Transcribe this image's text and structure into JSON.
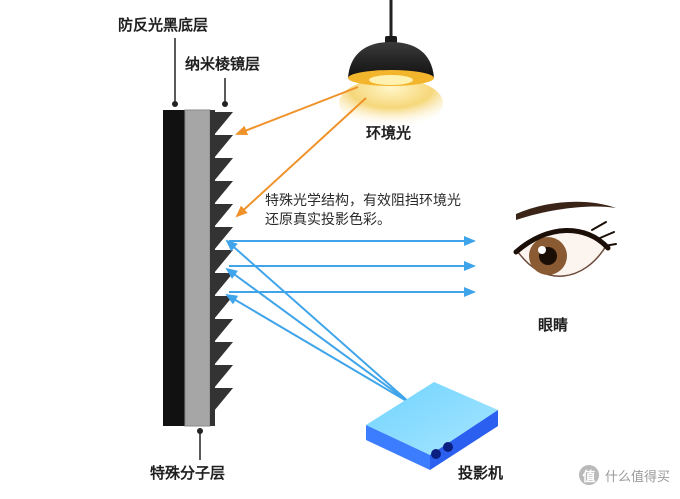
{
  "labels": {
    "anti_reflective_black_layer": "防反光黑底层",
    "nano_prism_layer": "纳米棱镜层",
    "ambient_light": "环境光",
    "eye": "眼睛",
    "special_molecular_layer": "特殊分子层",
    "projector": "投影机"
  },
  "description": {
    "line1": "特殊光学结构，有效阻挡环境光",
    "line2": "还原真实投影色彩。"
  },
  "watermark": {
    "badge": "值",
    "text": "什么值得买"
  },
  "colors": {
    "ambient_arrow": "#f0922a",
    "projector_ray": "#3fa4ea",
    "black_layer": "#111111",
    "gray_layer": "#a6a6a6",
    "prism": "#333333",
    "projector_body": "#2a5ff0"
  }
}
